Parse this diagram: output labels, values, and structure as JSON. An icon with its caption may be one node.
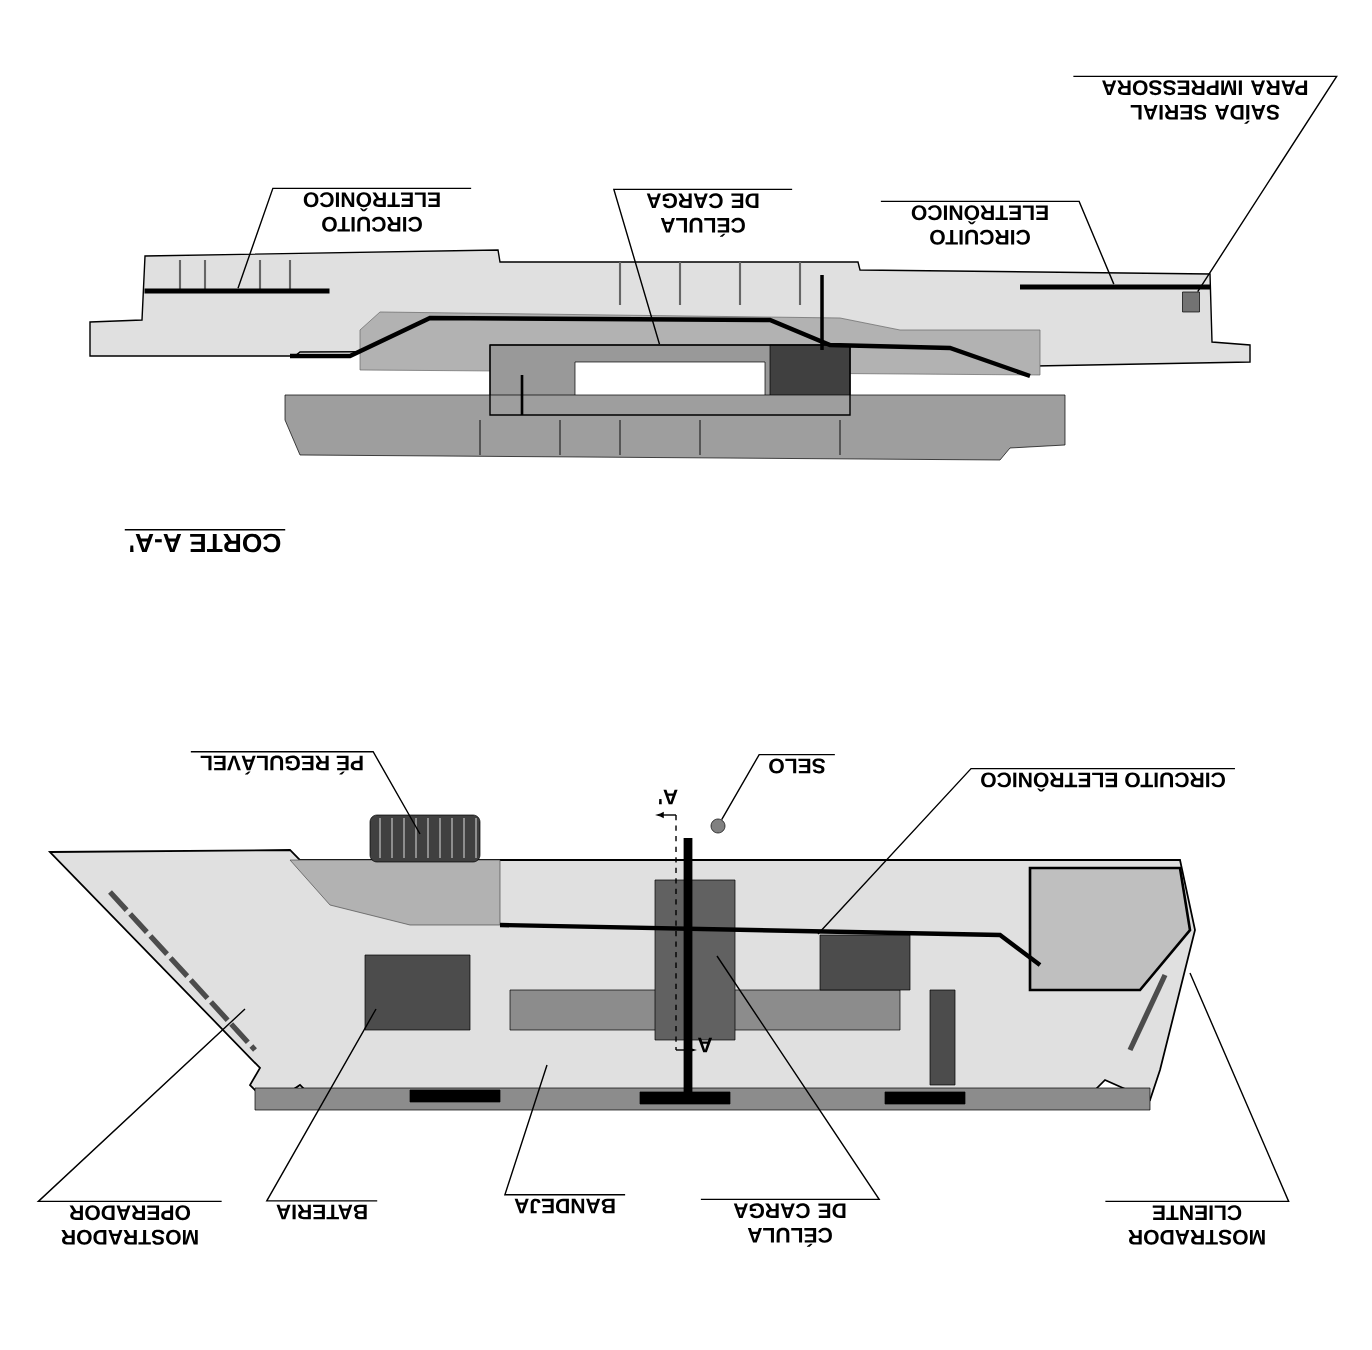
{
  "diagram": {
    "nodes": [
      {
        "text": [
          "SAÍDA SERIAL PARA IMPRESSORA"
        ]
      },
      {
        "text": [
          "CIRCUITO ELETRÔNICO"
        ]
      },
      {
        "text": [
          "CÉLULA DE CARGA"
        ]
      },
      {
        "text": [
          "CIRCUITO ELETRÔNICO"
        ]
      },
      {
        "text": [
          "PÉ REGULÁVEL"
        ]
      },
      {
        "text": [
          "SELO"
        ]
      },
      {
        "text": [
          "CIRCUITO ELETRÔNICO"
        ]
      },
      {
        "text": [
          "MOSTRADOR OPERADOR"
        ]
      },
      {
        "text": [
          "BATERIA"
        ]
      },
      {
        "text": [
          "BANDEJA"
        ]
      },
      {
        "text": [
          "CÉLULA DE CARGA"
        ]
      },
      {
        "text": [
          "MOSTRADOR CLIENTE"
        ]
      },
      {
        "text": [],
        "shape": "circle"
      },
      {
        "text": [],
        "shape": "bar"
      },
      {
        "text": [],
        "shape": "box"
      },
      {
        "text": [],
        "shape": "bar"
      },
      {
        "text": [],
        "shape": "box"
      }
    ],
    "edges": [
      {
        "from": 0,
        "to": 16,
        "arrow": "none"
      },
      {
        "from": 1,
        "to": 13,
        "arrow": "none"
      },
      {
        "from": 2,
        "to": 14,
        "arrow": "none"
      },
      {
        "from": 3,
        "to": 15,
        "arrow": "none"
      },
      {
        "from": 4,
        "to": null,
        "arrow": "none"
      },
      {
        "from": 5,
        "to": 12,
        "arrow": "none"
      },
      {
        "from": 6,
        "to": null,
        "arrow": "none"
      },
      {
        "from": 7,
        "to": null,
        "arrow": "none"
      },
      {
        "from": 8,
        "to": null,
        "arrow": "none"
      },
      {
        "from": 9,
        "to": null,
        "arrow": "none"
      },
      {
        "from": 10,
        "to": null,
        "arrow": "none"
      },
      {
        "from": 11,
        "to": null,
        "arrow": "none"
      }
    ],
    "labels": [
      "CORTE A-A'",
      "A'",
      "A"
    ]
  }
}
